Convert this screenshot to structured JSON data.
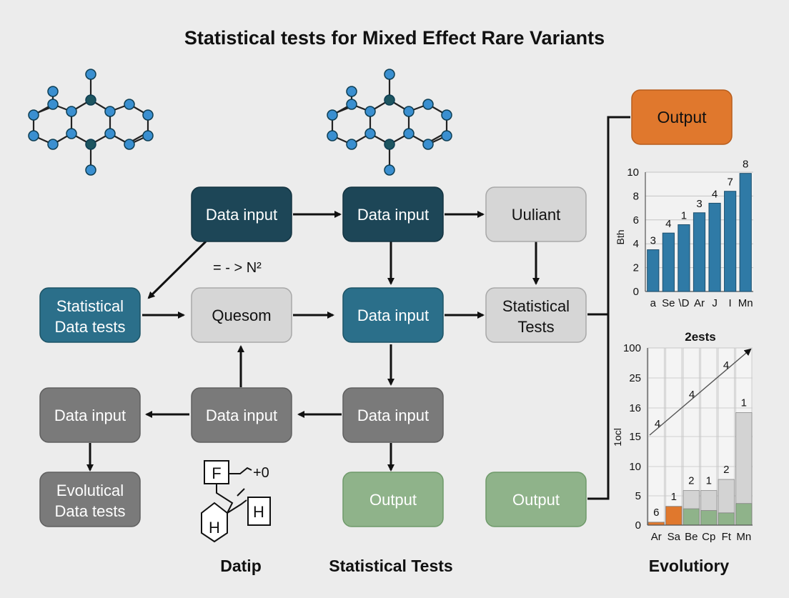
{
  "title": "Statistical tests for Mixed Effect Rare Variants",
  "colors": {
    "background": "#ececec",
    "dark_navy": "#1d4657",
    "teal": "#2b6f8a",
    "light_gray": "#d6d6d6",
    "dark_gray": "#7a7a7a",
    "green": "#8fb38a",
    "orange": "#e0782d",
    "bar_blue": "#2f7aa6",
    "bar_green": "#8fb38a",
    "bar_gray": "#d3d3d3"
  },
  "nodes": {
    "data_input_1": "Data input",
    "data_input_2": "Data input",
    "uuliant": "Uuliant",
    "statistical_data_tests": [
      "Statistical",
      "Data tests"
    ],
    "quesom": "Quesom",
    "data_input_3": "Data input",
    "statistical_tests_box": [
      "Statistical",
      "Tests"
    ],
    "data_input_4": "Data input",
    "data_input_5": "Data input",
    "data_input_6": "Data input",
    "evolutical_data_tests": [
      "Evolutical",
      "Data tests"
    ],
    "output_1": "Output",
    "output_2": "Output",
    "output_top": "Output"
  },
  "annotations": {
    "formula": "= - > N²",
    "struct_f": "F",
    "struct_h1": "H",
    "struct_h2": "H",
    "struct_plus": "+0"
  },
  "footer_labels": {
    "left": "Datip",
    "center": "Statistical Tests",
    "right": "Evolutiory"
  },
  "chart_data": [
    {
      "type": "bar",
      "title": "",
      "ylabel": "Bth",
      "ylim": [
        0,
        10
      ],
      "yticks": [
        0,
        2,
        4,
        6,
        8,
        10
      ],
      "categories": [
        "a",
        "Se",
        "\\D",
        "Ar",
        "J",
        "I",
        "Mn"
      ],
      "values": [
        3.5,
        4.9,
        5.6,
        6.6,
        7.4,
        8.4,
        9.9
      ],
      "data_labels": [
        "3",
        "4",
        "1",
        "3",
        "4",
        "7",
        "8"
      ]
    },
    {
      "type": "bar",
      "title": "2ests",
      "ylabel": "1ocl",
      "ylim": [
        0,
        100
      ],
      "yticks": [
        "0",
        "5",
        "10",
        "15",
        "16",
        "25",
        "100"
      ],
      "categories": [
        "Ar",
        "Sa",
        "Be",
        "Cp",
        "Ft",
        "Mn"
      ],
      "series": [
        {
          "values": [
            0.5,
            3.2,
            2.8,
            2.5,
            2.1,
            3.7
          ]
        },
        {
          "values": [
            0,
            0,
            3.1,
            3.4,
            5.7,
            15.5
          ]
        }
      ],
      "data_labels": [
        "6",
        "1",
        "2",
        "1",
        "2",
        "1"
      ],
      "trend_labels": [
        "4",
        "4",
        "4"
      ]
    }
  ]
}
